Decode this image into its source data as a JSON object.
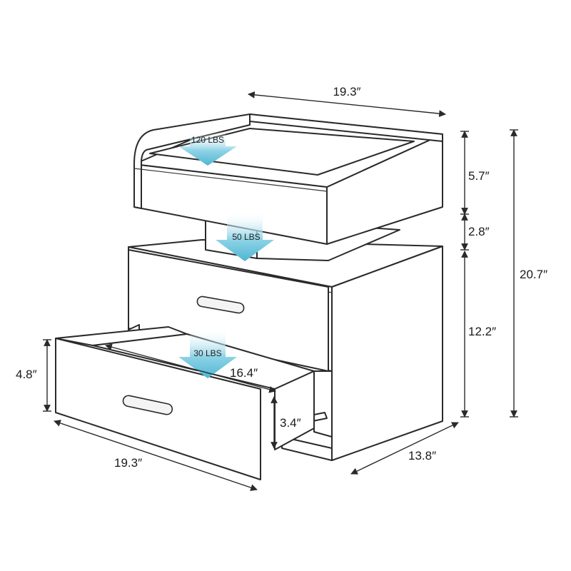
{
  "product": {
    "load_ratings": {
      "top_shelf": "120 LBS",
      "open_shelf": "50 LBS",
      "drawer": "30 LBS"
    },
    "dimensions": {
      "top_width": "19.3″",
      "top_shelf_height": "5.7″",
      "open_shelf_height": "2.8″",
      "body_height": "12.2″",
      "total_height": "20.7″",
      "drawer_front_height": "4.8″",
      "drawer_depth": "16.4″",
      "drawer_inner_height": "3.4″",
      "bottom_width": "19.3″",
      "depth": "13.8″"
    },
    "colors": {
      "arrow_fill": "#6ec6dd",
      "outline": "#2a2a2a",
      "background": "#ffffff"
    }
  }
}
